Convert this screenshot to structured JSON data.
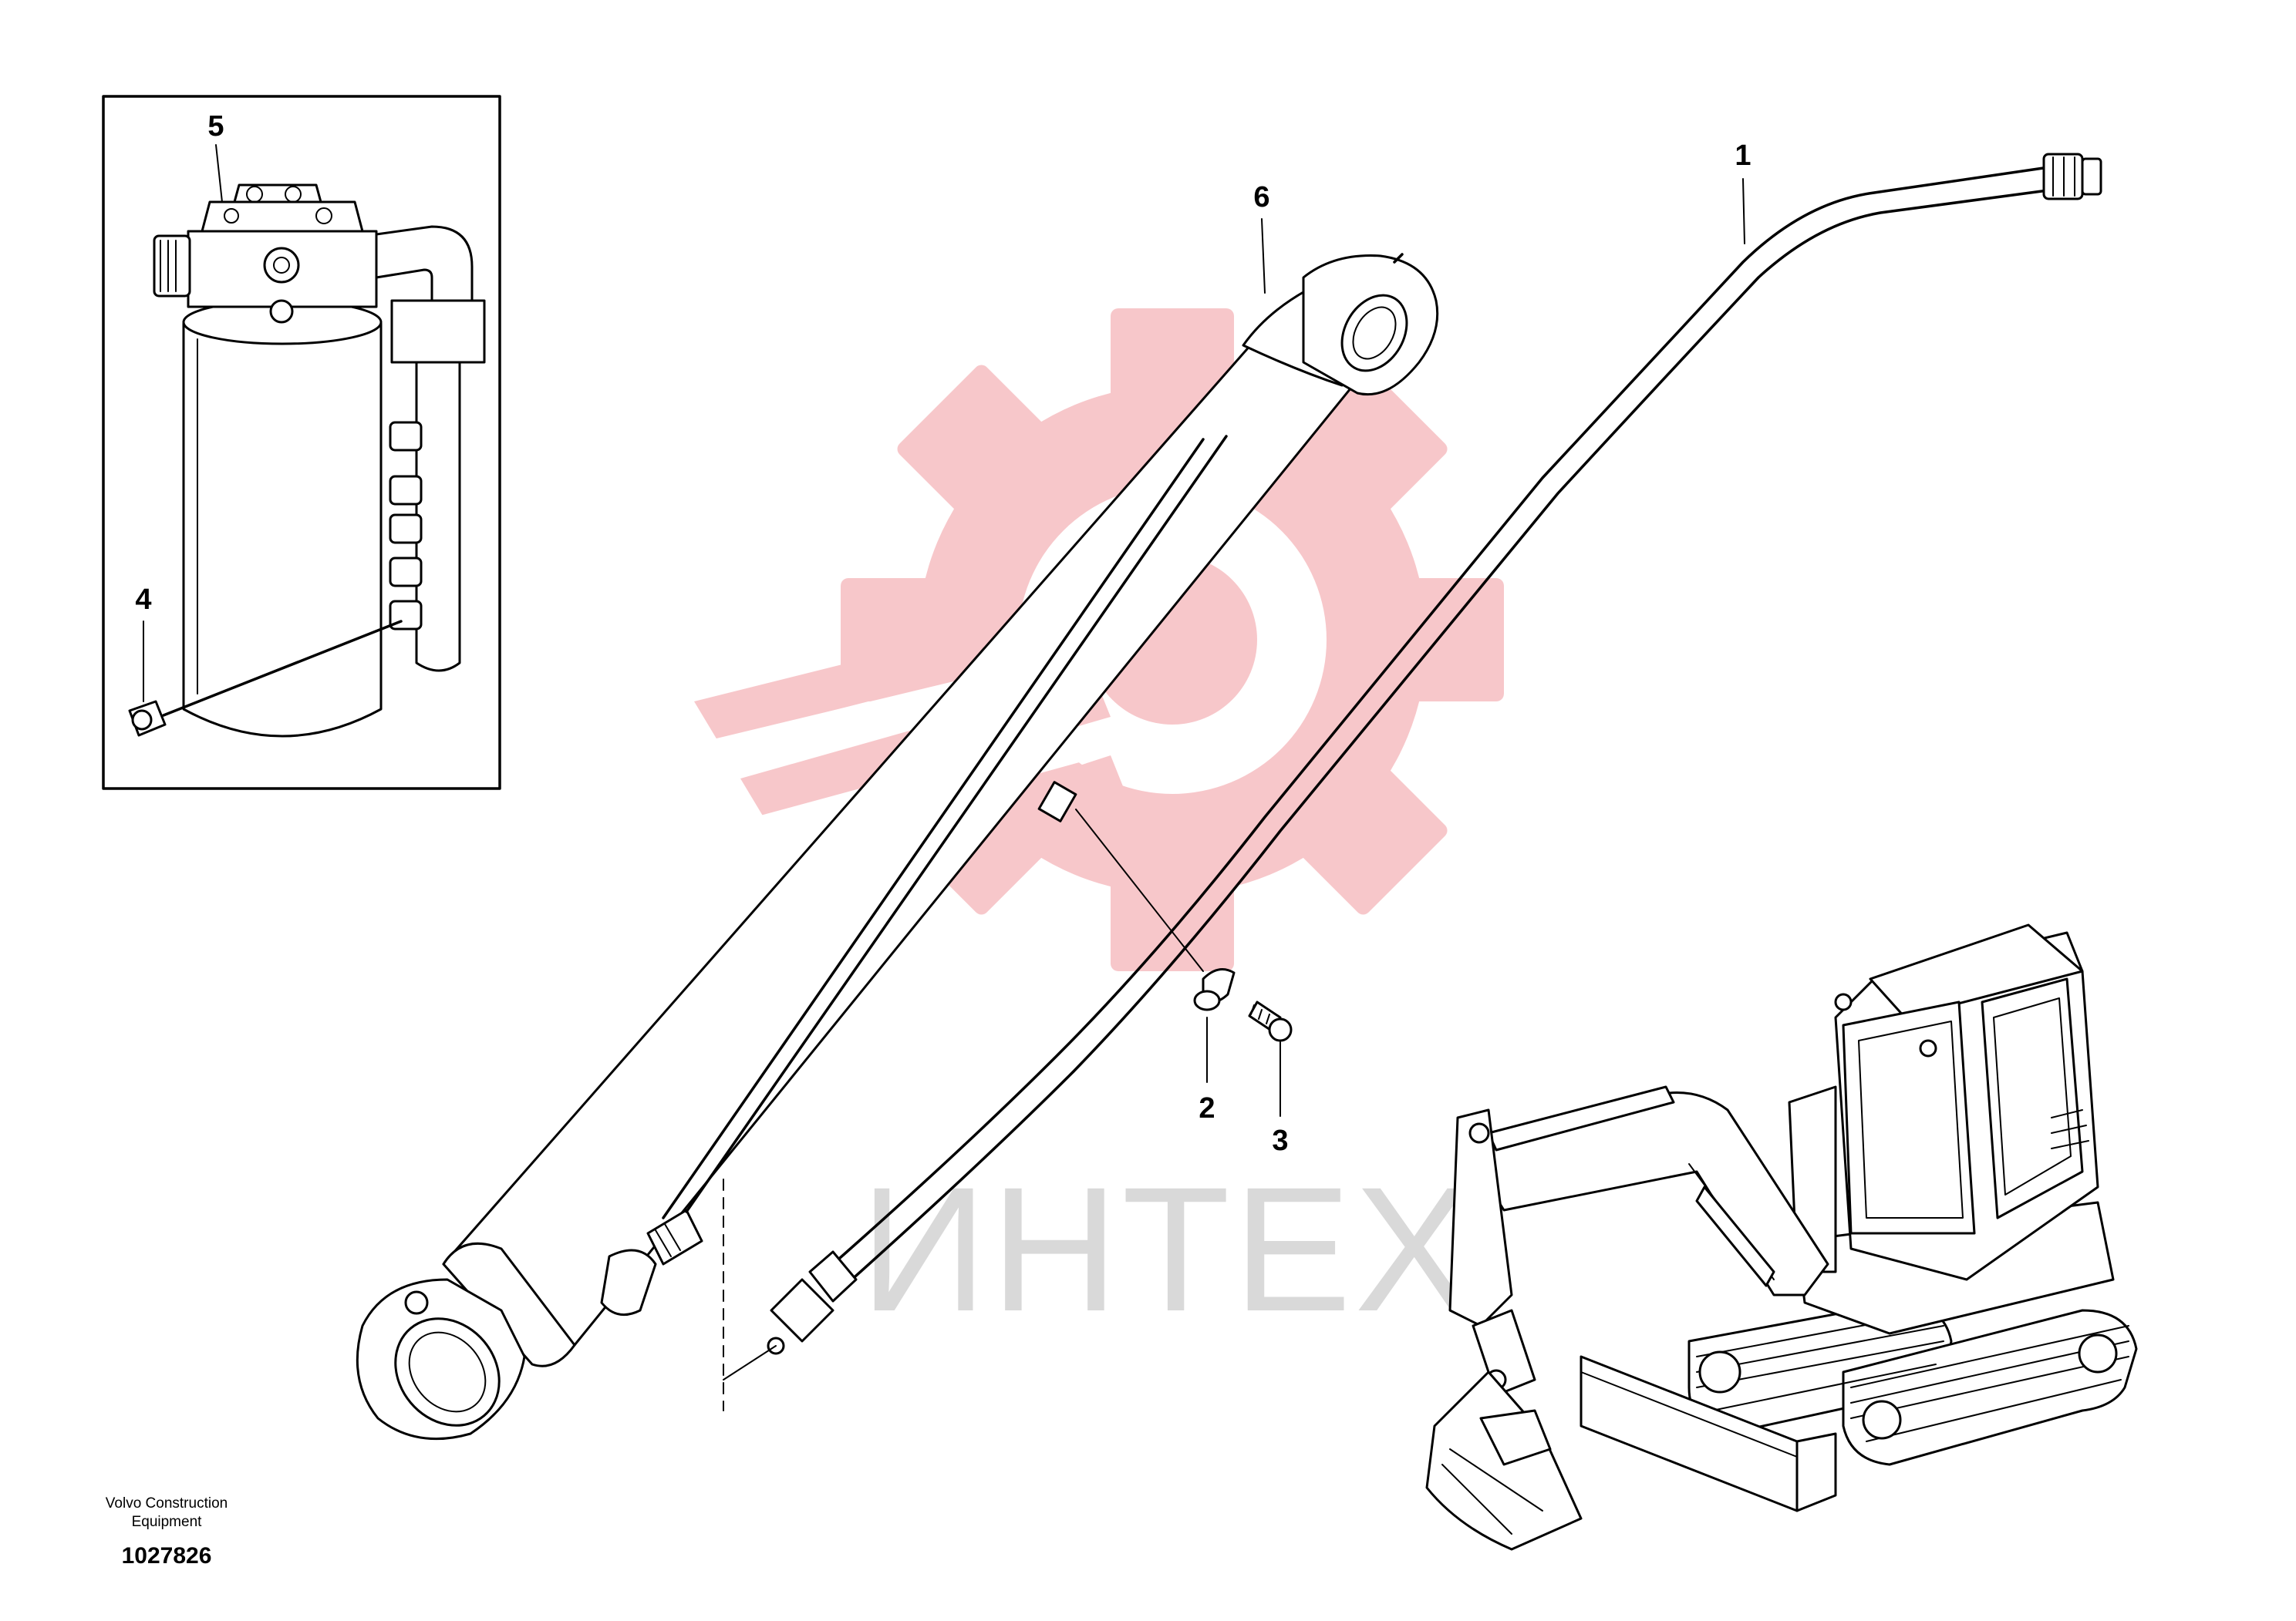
{
  "watermark": {
    "text": "ИНТЕХ",
    "gear_color": "#f7c5c8",
    "text_color": "#d9d9d9"
  },
  "callouts": [
    {
      "id": "1",
      "label": "1"
    },
    {
      "id": "2",
      "label": "2"
    },
    {
      "id": "3",
      "label": "3"
    },
    {
      "id": "4",
      "label": "4"
    },
    {
      "id": "5",
      "label": "5"
    },
    {
      "id": "6",
      "label": "6"
    }
  ],
  "footer": {
    "company_line1": "Volvo Construction",
    "company_line2": "Equipment",
    "drawing_number": "1027826"
  }
}
